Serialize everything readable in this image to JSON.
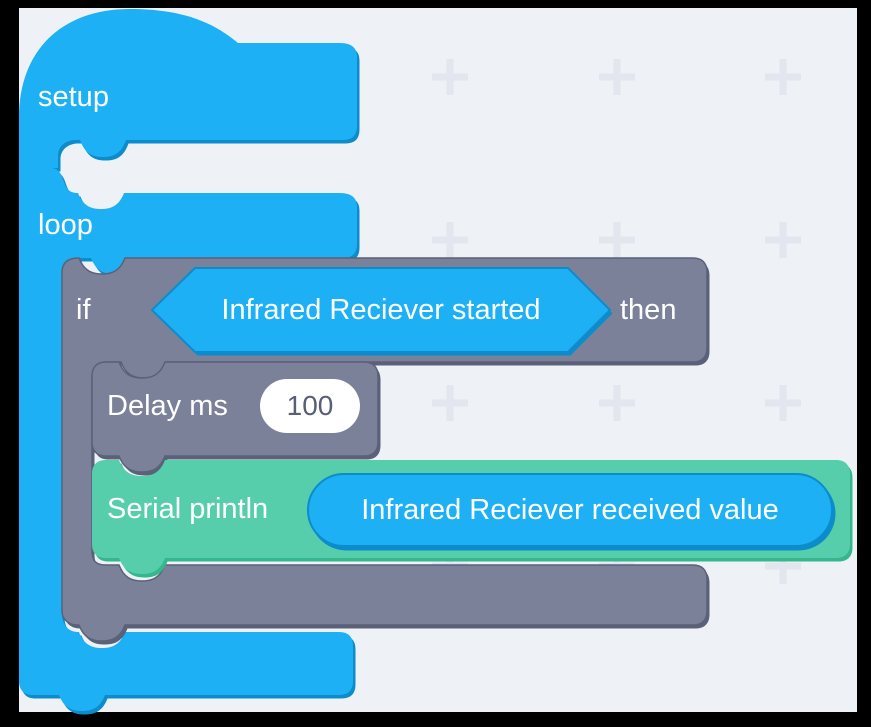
{
  "colors": {
    "background": "#EEF2F7",
    "frame": "#000000",
    "grid_cross": "#E3E6EE",
    "blue": "#1DB0F4",
    "blue_dark": "#0D8CCB",
    "gray": "#7A8199",
    "gray_dark": "#5A6178",
    "teal": "#56CEAB",
    "teal_dark": "#35B68D",
    "field_bg": "#FFFFFF",
    "field_text": "#575E75",
    "label_text": "#FFFFFF"
  },
  "blocks": {
    "setup": {
      "label": "setup"
    },
    "loop": {
      "label": "loop"
    },
    "if_block": {
      "keyword_if": "if",
      "keyword_then": "then",
      "condition": "Infrared Reciever started"
    },
    "delay": {
      "label": "Delay ms",
      "value": "100"
    },
    "serial_println": {
      "label": "Serial println",
      "argument": "Infrared Reciever received value"
    }
  }
}
